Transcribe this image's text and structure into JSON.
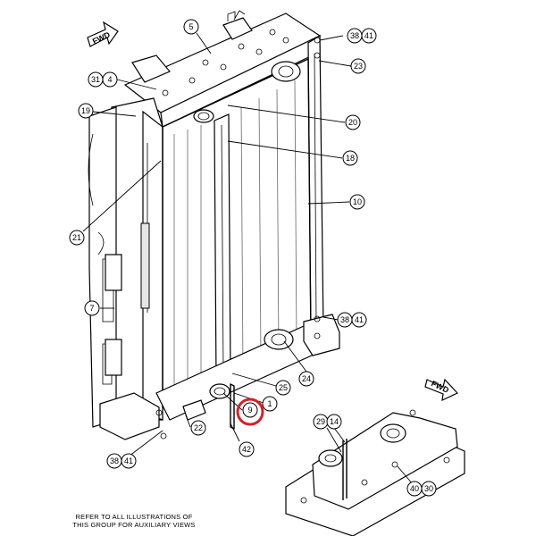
{
  "fwd_arrows": [
    "FWD",
    "FWD"
  ],
  "callouts": {
    "c5": "5",
    "c38a": "38",
    "c41a": "41",
    "c23": "23",
    "c31": "31",
    "c4": "4",
    "c19": "19",
    "c20": "20",
    "c18": "18",
    "c10": "10",
    "c21": "21",
    "c7": "7",
    "c38b": "38",
    "c41b": "41",
    "c24": "24",
    "c25": "25",
    "c1": "1",
    "c9": "9",
    "c22": "22",
    "c42": "42",
    "c38c": "38",
    "c41c": "41",
    "c29": "29",
    "c14": "14",
    "c40": "40",
    "c30": "30"
  },
  "highlight": {
    "label": "9",
    "color": "#d62028"
  },
  "note": {
    "line1": "REFER TO ALL ILLUSTRATIONS OF",
    "line2": "THIS GROUP FOR AUXILIARY VIEWS"
  }
}
